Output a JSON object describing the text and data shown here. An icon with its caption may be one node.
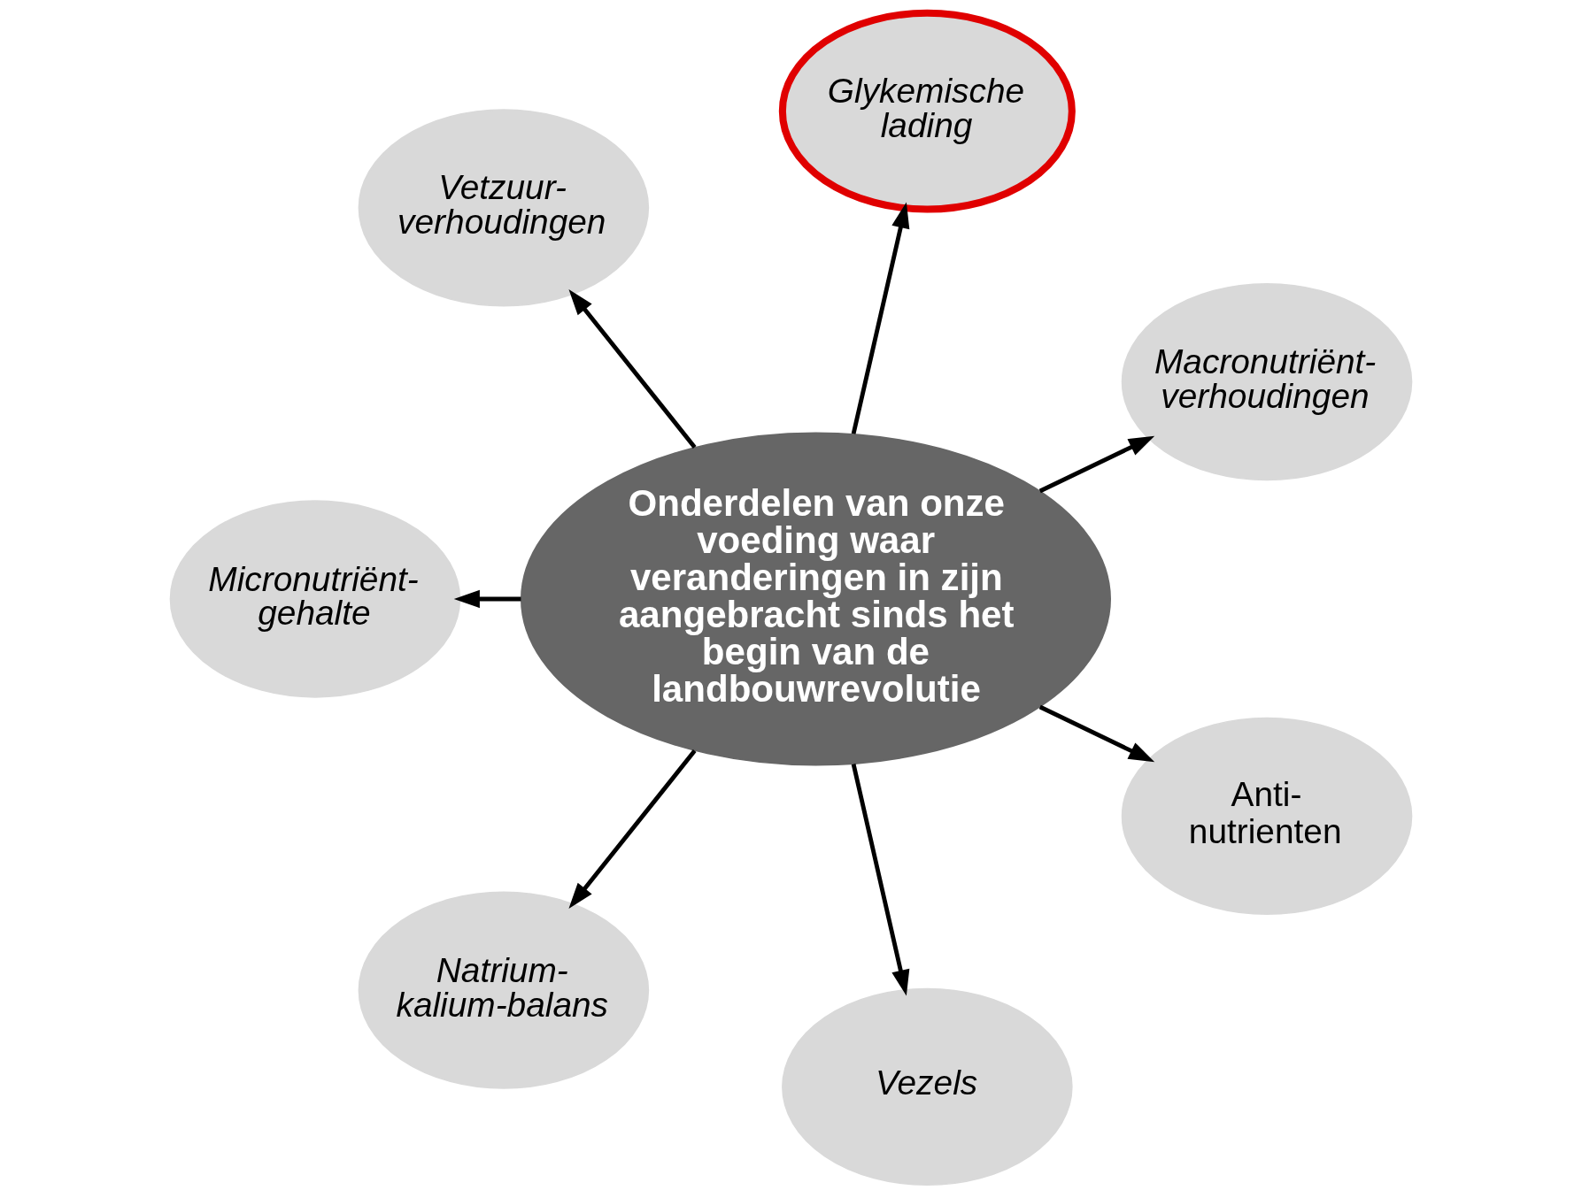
{
  "diagram": {
    "nodes": [
      {
        "text": [
          "Onderdelen van onze voeding waar veranderingen in zijn aangebracht sinds het begin van de landbouwrevolutie"
        ]
      },
      {
        "text": [
          "Macronutriënt-verhoudingen"
        ]
      },
      {
        "text": [
          "Glykemische lading"
        ]
      },
      {
        "text": [
          "Vetzuur-verhoudingen"
        ]
      },
      {
        "text": [
          "Micronutriënt-gehalte"
        ]
      },
      {
        "text": [
          "Natrium-kalium-balans"
        ]
      },
      {
        "text": [
          "Vezels"
        ]
      },
      {
        "text": [
          "Anti-nutrienten"
        ]
      }
    ],
    "edges": [
      {
        "from": 0,
        "to": 1,
        "arrow": "to"
      },
      {
        "from": 0,
        "to": 2,
        "arrow": "to"
      },
      {
        "from": 0,
        "to": 3,
        "arrow": "to"
      },
      {
        "from": 0,
        "to": 4,
        "arrow": "to"
      },
      {
        "from": 0,
        "to": 5,
        "arrow": "to"
      },
      {
        "from": 0,
        "to": 6,
        "arrow": "to"
      },
      {
        "from": 0,
        "to": 7,
        "arrow": "to"
      }
    ]
  }
}
